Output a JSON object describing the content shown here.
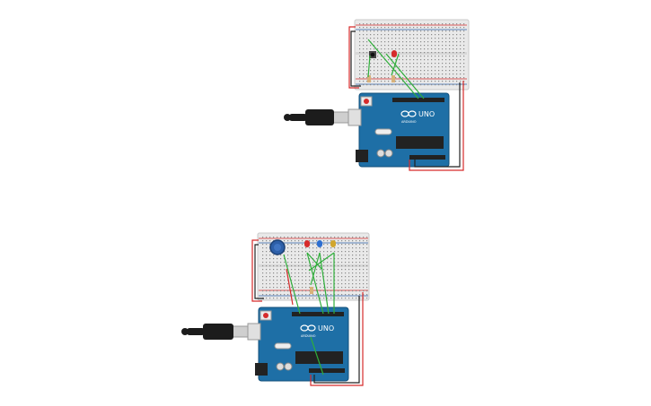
{
  "circuits": [
    {
      "id": "top",
      "board": {
        "brand_label": "UNO",
        "make_label": "ARDUINO"
      },
      "breadboard": {
        "row_labels": []
      },
      "components": [
        {
          "type": "push-button",
          "color": "#222222"
        },
        {
          "type": "led",
          "color": "#d62b2b"
        },
        {
          "type": "resistor",
          "color": "#d8b27a"
        },
        {
          "type": "resistor",
          "color": "#d8b27a"
        }
      ],
      "wire_colors": {
        "power": "#d62b2b",
        "ground": "#222222",
        "signal": "#2fae3a"
      }
    },
    {
      "id": "bottom",
      "board": {
        "brand_label": "UNO",
        "make_label": "ARDUINO"
      },
      "breadboard": {
        "row_labels": []
      },
      "components": [
        {
          "type": "potentiometer",
          "color": "#2d5fa8"
        },
        {
          "type": "led",
          "color": "#d62b2b"
        },
        {
          "type": "led",
          "color": "#2d6fd1"
        },
        {
          "type": "led",
          "color": "#d1a62d"
        },
        {
          "type": "resistor",
          "color": "#d8b27a"
        }
      ],
      "wire_colors": {
        "power": "#d62b2b",
        "ground": "#222222",
        "signal": "#2fae3a"
      }
    }
  ],
  "colors": {
    "arduino_body": "#1e6fa6",
    "arduino_edge": "#124f7a",
    "breadboard": "#e9e9e9",
    "usb_cable": "#1c1c1c",
    "usb_metal": "#cfcfcf"
  }
}
